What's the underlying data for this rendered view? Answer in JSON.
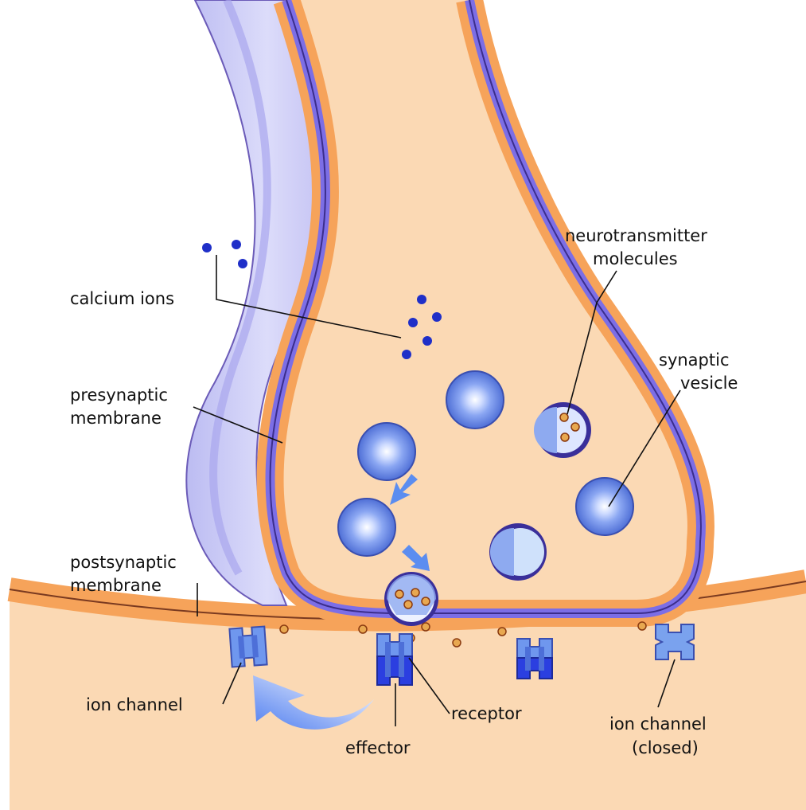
{
  "labels": {
    "calcium_ions": "calcium ions",
    "presynaptic_1": "presynaptic",
    "presynaptic_2": "membrane",
    "postsynaptic_1": "postsynaptic",
    "postsynaptic_2": "membrane",
    "neurotransmitter_1": "neurotransmitter",
    "neurotransmitter_2": "molecules",
    "synaptic_1": "synaptic",
    "synaptic_2": "vesicle",
    "ion_channel": "ion channel",
    "receptor": "receptor",
    "effector": "effector",
    "ion_channel_closed_1": "ion channel",
    "ion_channel_closed_2": "(closed)"
  },
  "colors": {
    "cytoplasm": "#fbd9b4",
    "membrane_orange": "#f6a35a",
    "membrane_line": "#5a3a8e",
    "membrane_purple": "#7c6ee6",
    "axon_sheath": "#c9c8f5",
    "calcium_ion": "#1f2fc8",
    "vesicle_blue": "#6b8fe8",
    "neurotransmitter": "#e8a850",
    "arrow_blue": "#5b8df0"
  }
}
